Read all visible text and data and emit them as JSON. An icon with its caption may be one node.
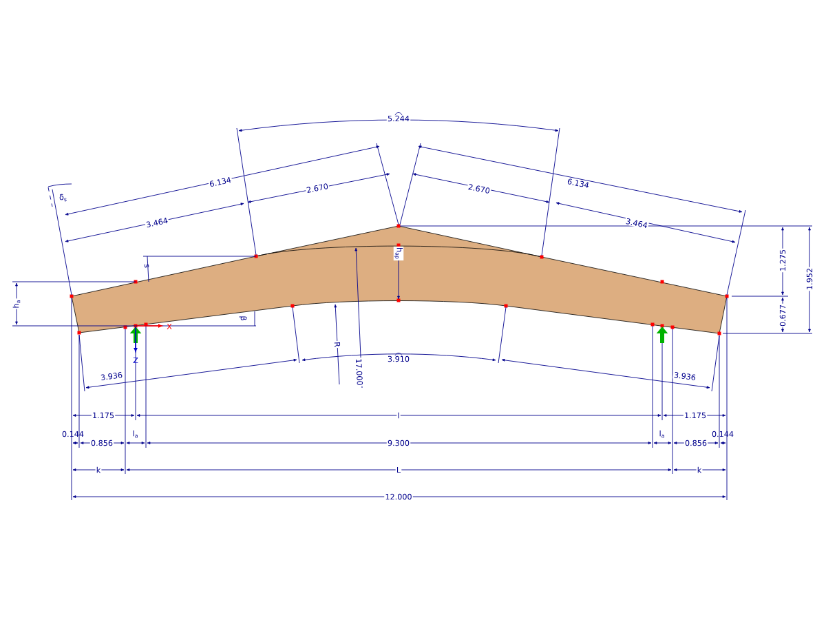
{
  "diagram": {
    "labels": [
      "5.244",
      "6.134",
      "2.670",
      "2.670",
      "6.134",
      "δ$_{s}$",
      "3.464",
      "3.464",
      "s",
      "1.275",
      "h$_{ap}$",
      "h$_{a}$",
      "1.952",
      "β",
      "X",
      "0.677",
      "R",
      "Z",
      "17.000",
      "3.910",
      "3.936",
      "3.936",
      "1.175",
      "l",
      "1.175",
      "0.144",
      "l$_{a}$",
      "l$_{a}$",
      "0.144",
      "0.856",
      "9.300",
      "0.856",
      "k",
      "L",
      "k",
      "12.000"
    ]
  }
}
